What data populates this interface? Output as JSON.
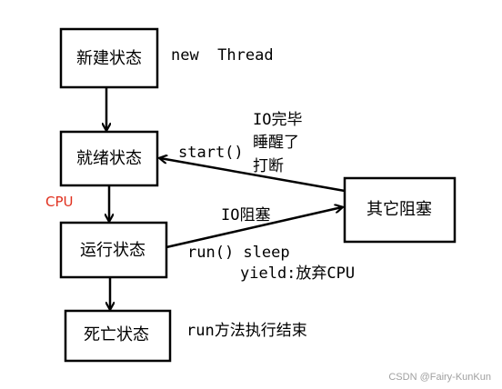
{
  "states": {
    "new": "新建状态",
    "ready": "就绪状态",
    "running": "运行状态",
    "dead": "死亡状态",
    "blocked": "其它阻塞"
  },
  "labels": {
    "new_thread": "new  Thread",
    "io_done_line1": "IO完毕",
    "io_done_line2": "睡醒了",
    "io_done_line3": "打断",
    "start": "start()",
    "cpu": "CPU",
    "io_block": "IO阻塞",
    "run_sleep": "run() sleep",
    "yield": "yield:放弃CPU",
    "run_finished": "run方法执行结束"
  },
  "watermark": "CSDN @Fairy-KunKun",
  "colors": {
    "stroke": "#000000",
    "cpu_text": "#e0301e",
    "watermark_text": "#a0a0a0"
  }
}
